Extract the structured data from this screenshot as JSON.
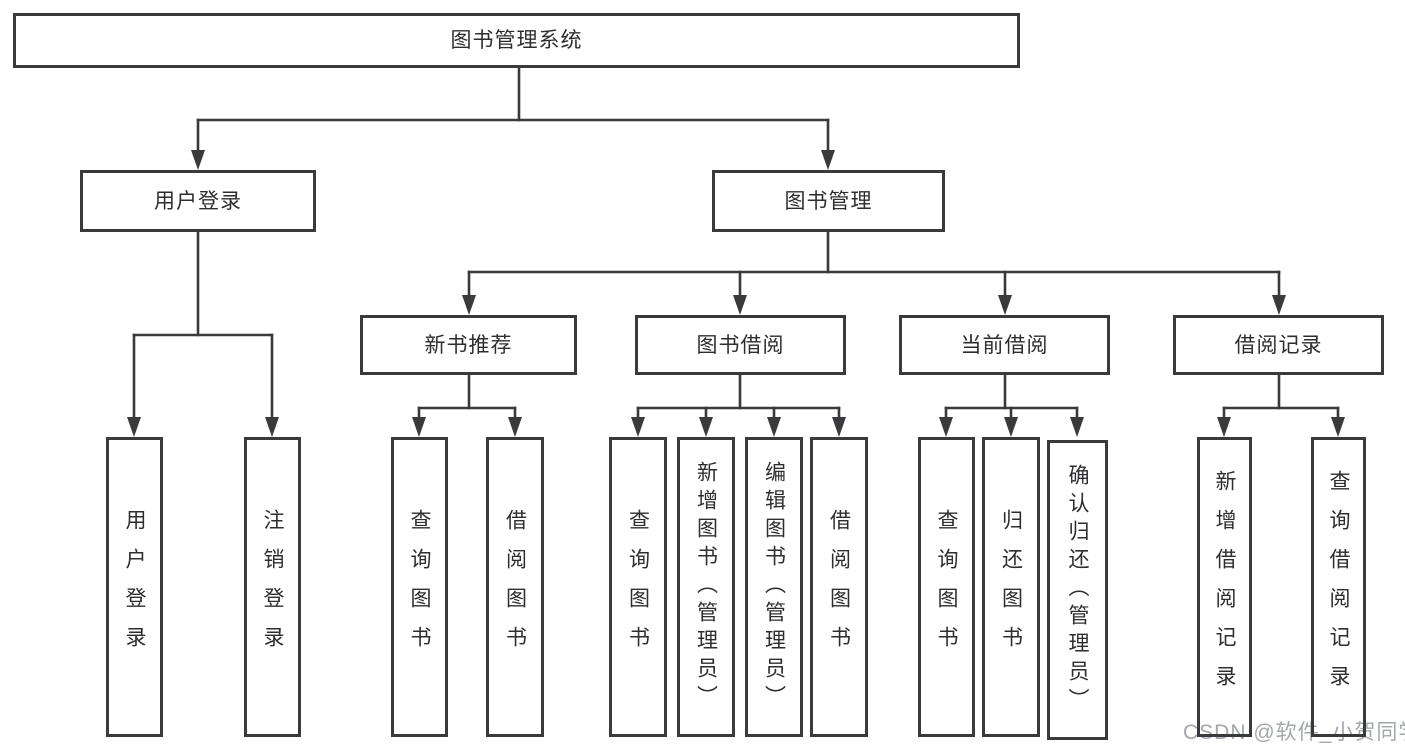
{
  "diagram_title": "图书管理系统",
  "nodes": {
    "root": {
      "label": "图书管理系统"
    },
    "user_login": {
      "label": "用户登录"
    },
    "book_mgmt": {
      "label": "图书管理"
    },
    "new_books": {
      "label": "新书推荐"
    },
    "book_borrow": {
      "label": "图书借阅"
    },
    "current_borrow": {
      "label": "当前借阅"
    },
    "borrow_records": {
      "label": "借阅记录"
    },
    "leaf_user_login": {
      "label": "用户登录"
    },
    "leaf_logout": {
      "label": "注销登录"
    },
    "nb_query_books": {
      "label": "查询图书"
    },
    "nb_borrow_books": {
      "label": "借阅图书"
    },
    "bb_query_books": {
      "label": "查询图书"
    },
    "bb_add_books": {
      "label": "新增图书（管理员）"
    },
    "bb_edit_books": {
      "label": "编辑图书（管理员）"
    },
    "bb_borrow_books": {
      "label": "借阅图书"
    },
    "cb_query_books": {
      "label": "查询图书"
    },
    "cb_return_books": {
      "label": "归还图书"
    },
    "cb_confirm_return": {
      "label": "确认归还（管理员）"
    },
    "br_add_record": {
      "label": "新增借阅记录"
    },
    "br_query_record": {
      "label": "查询借阅记录"
    }
  },
  "watermark": {
    "text": "CSDN @软件_小贺同学"
  },
  "colors": {
    "line": "#3a3a3c",
    "text": "#2e2e30",
    "background": "#ffffff",
    "watermark": "#9ea2aa"
  }
}
